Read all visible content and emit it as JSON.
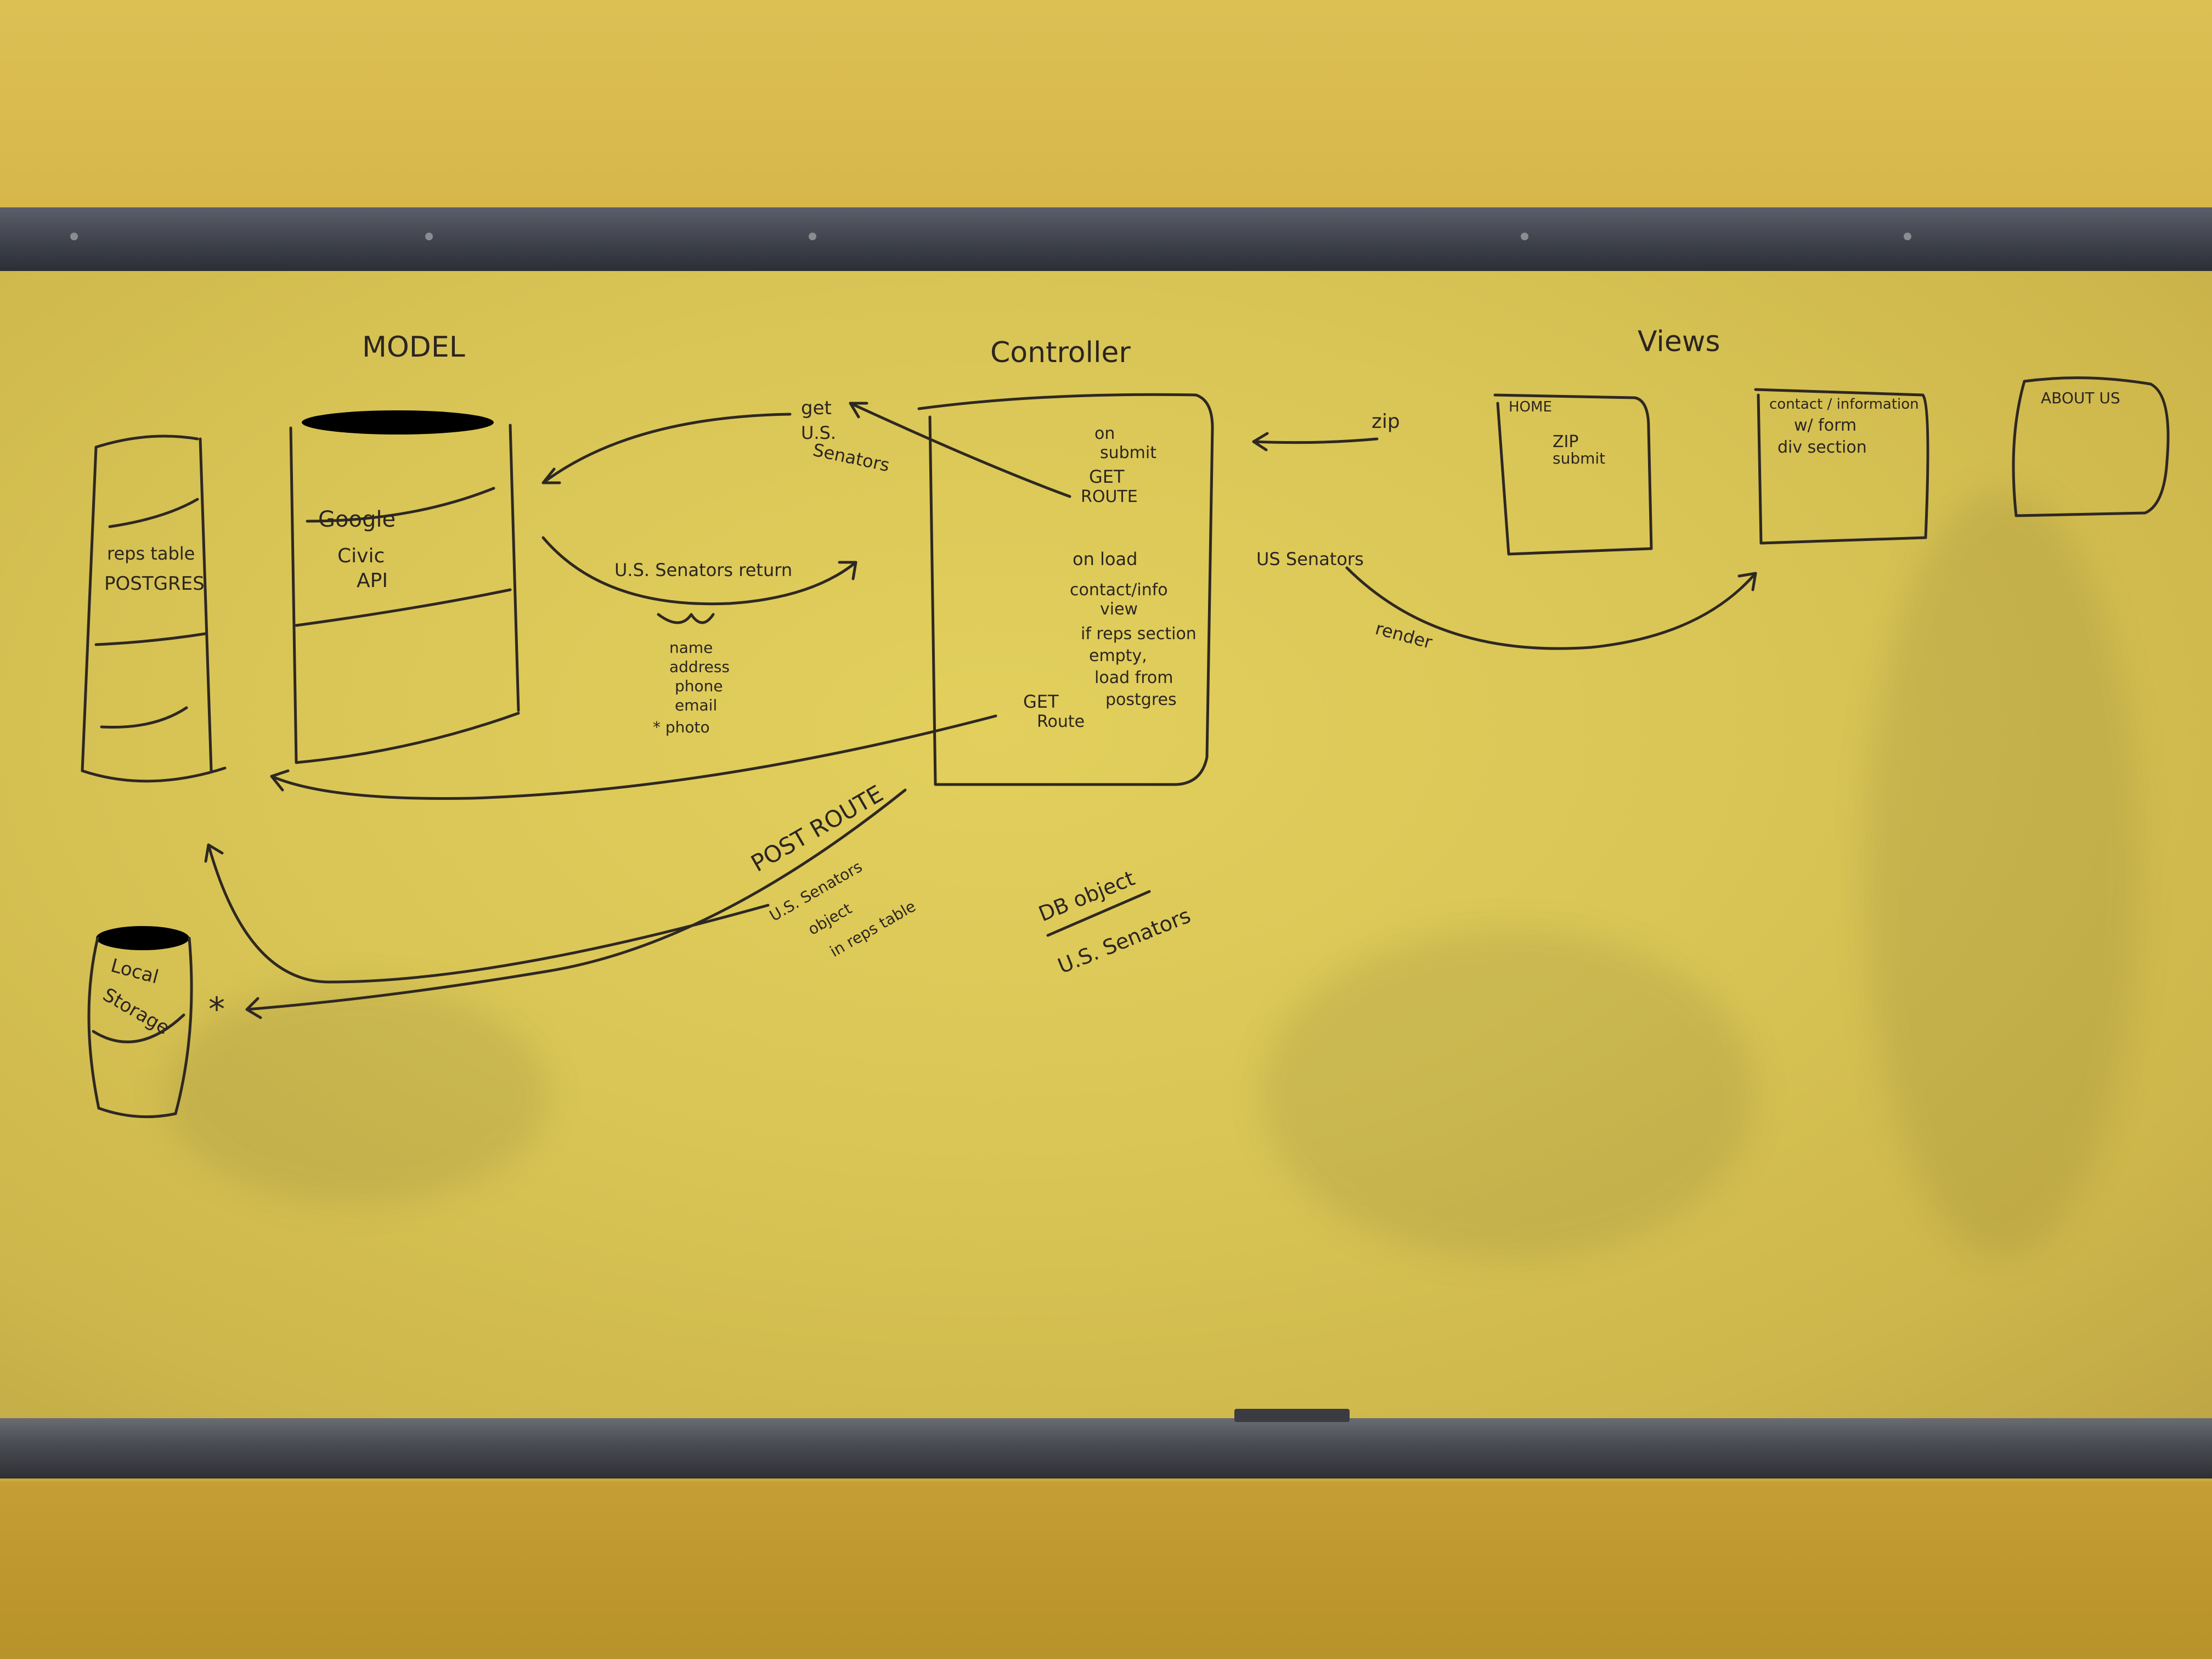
{
  "headings": {
    "model": "MODEL",
    "controller": "Controller",
    "views": "Views"
  },
  "model": {
    "reps_table": "reps table",
    "postgres": "POSTGRES",
    "google": "Google",
    "civic": "Civic",
    "api": "API",
    "local": "Local",
    "storage": "Storage"
  },
  "flow": {
    "get": "get",
    "us": "U.S.",
    "senators": "Senators",
    "return_label": "U.S. Senators return",
    "fields": [
      "name",
      "address",
      "phone",
      "email",
      "* photo"
    ],
    "post_route": "POST ROUTE",
    "post_desc": [
      "U.S. Senators",
      "object",
      "in reps table"
    ],
    "star": "*",
    "db_object": "DB object",
    "db_us_senators": "U.S. Senators",
    "zip": "zip",
    "us_senators_view": "US Senators",
    "render": "render"
  },
  "controller": {
    "on": "on",
    "submit": "submit",
    "get": "GET",
    "route": "ROUTE",
    "onload_lines": [
      "on load",
      "contact/info",
      "view",
      "if reps section",
      "empty,",
      "load from",
      "postgres"
    ],
    "get2": "GET",
    "route2": "Route"
  },
  "views": {
    "home": "HOME",
    "zip": "ZIP",
    "submit": "submit",
    "contact_lines": [
      "contact / information",
      "w/ form",
      "div section"
    ],
    "about_us": "ABOUT US"
  }
}
